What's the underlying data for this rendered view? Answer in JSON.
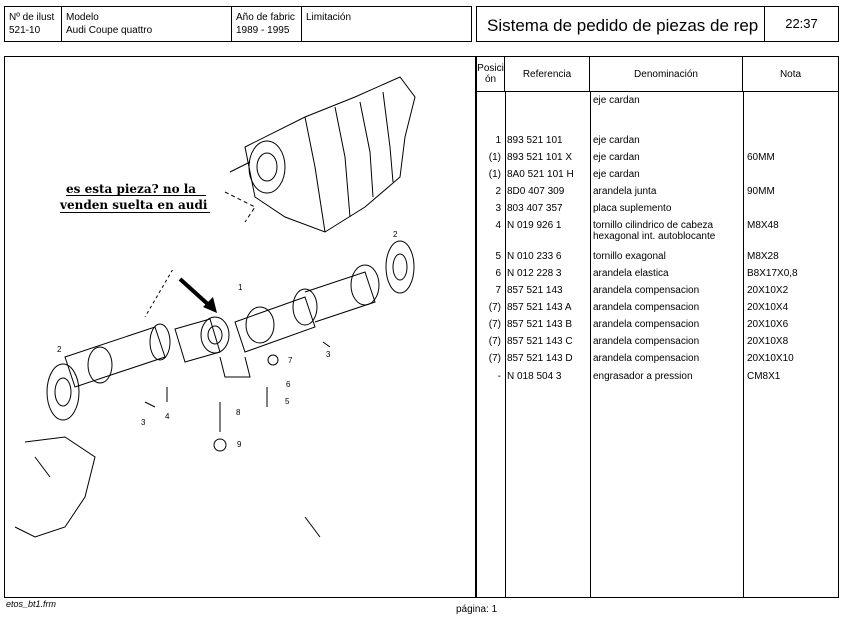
{
  "header": {
    "illus_label": "Nº de ilust",
    "illus_value": "521-10",
    "model_label": "Modelo",
    "model_value": "Audi Coupe quattro",
    "year_label": "Año de fabric",
    "year_value": "1989 - 1995",
    "limit_label": "Limitación",
    "limit_value": ""
  },
  "title": "Sistema de pedido de piezas de rep",
  "time": "22:37",
  "columns": {
    "pos": "Posici ón",
    "ref": "Referencia",
    "den": "Denominación",
    "nota": "Nota"
  },
  "rows": [
    {
      "pos": "",
      "ref": "",
      "den": "eje cardan",
      "nota": ""
    },
    {
      "pos": "1",
      "ref": "893 521 101",
      "den": "eje cardan",
      "nota": ""
    },
    {
      "pos": "(1)",
      "ref": "893 521 101  X",
      "den": "eje cardan",
      "nota": "60MM"
    },
    {
      "pos": "(1)",
      "ref": "8A0 521 101 H",
      "den": "eje cardan",
      "nota": ""
    },
    {
      "pos": "2",
      "ref": "8D0 407 309",
      "den": "arandela junta",
      "nota": "90MM"
    },
    {
      "pos": "3",
      "ref": "803 407 357",
      "den": "placa suplemento",
      "nota": ""
    },
    {
      "pos": "4",
      "ref": "N   019 926 1",
      "den": "tornillo cilindrico de cabeza",
      "den2": "hexagonal int. autoblocante",
      "nota": "M8X48"
    },
    {
      "pos": "5",
      "ref": "N   010 233 6",
      "den": "tornillo exagonal",
      "nota": "M8X28"
    },
    {
      "pos": "6",
      "ref": "N   012 228 3",
      "den": "arandela elastica",
      "nota": "B8X17X0,8"
    },
    {
      "pos": "7",
      "ref": "857 521 143",
      "den": "arandela compensacion",
      "nota": "20X10X2"
    },
    {
      "pos": "(7)",
      "ref": "857 521 143 A",
      "den": "arandela compensacion",
      "nota": "20X10X4"
    },
    {
      "pos": "(7)",
      "ref": "857 521 143 B",
      "den": "arandela compensacion",
      "nota": "20X10X6"
    },
    {
      "pos": "(7)",
      "ref": "857 521 143 C",
      "den": "arandela compensacion",
      "nota": "20X10X8"
    },
    {
      "pos": "(7)",
      "ref": "857 521 143 D",
      "den": "arandela compensacion",
      "nota": "20X10X10"
    },
    {
      "pos": "-",
      "ref": "N   018 504 3",
      "den": "engrasador a pression",
      "nota": "CM8X1"
    }
  ],
  "annotation": {
    "line1": "es esta pieza? no la",
    "line2": "venden suelta en audi"
  },
  "callouts": [
    "1",
    "2",
    "2",
    "3",
    "3",
    "4",
    "5",
    "6",
    "7",
    "8",
    "9"
  ],
  "footer": {
    "file": "etos_bt1.frm",
    "page": "página: 1"
  }
}
